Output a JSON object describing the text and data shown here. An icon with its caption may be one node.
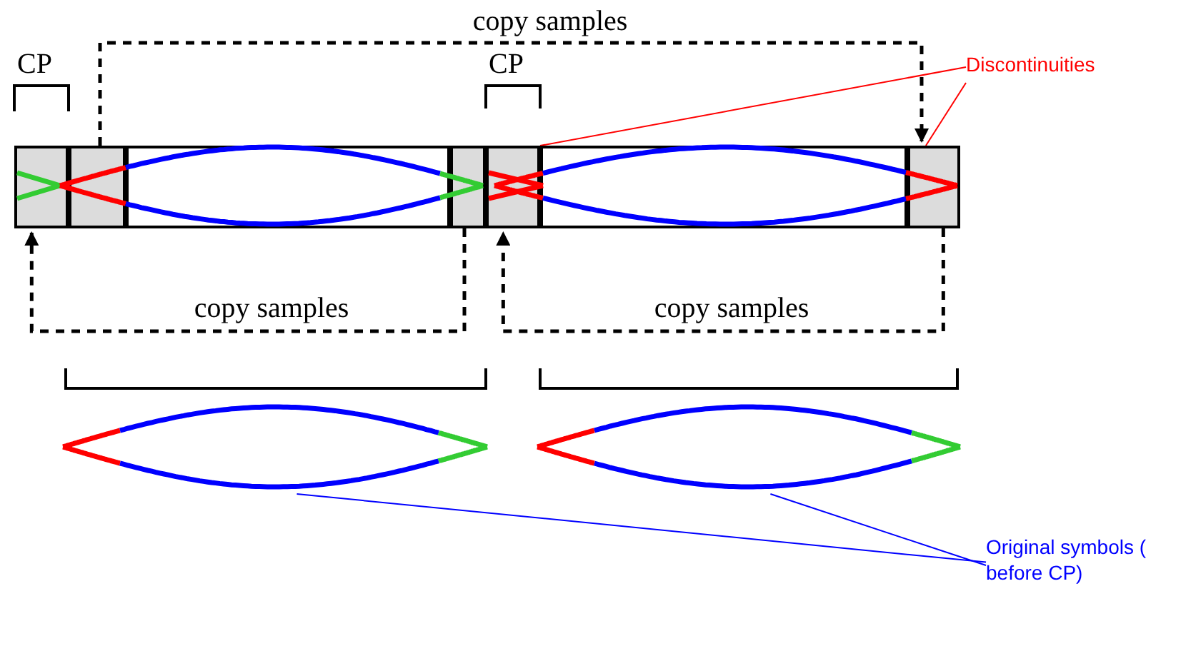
{
  "diagram": {
    "nodes": [
      {
        "text": [],
        "shape": "box"
      },
      {
        "text": [],
        "shape": "box"
      },
      {
        "text": [],
        "shape": "box"
      },
      {
        "text": [],
        "shape": "box"
      },
      {
        "text": [],
        "shape": "box"
      },
      {
        "text": [],
        "shape": "box"
      },
      {
        "text": [],
        "shape": "box"
      },
      {
        "text": [],
        "shape": "picture"
      },
      {
        "text": [],
        "shape": "picture"
      },
      {
        "text": [
          "Discontinuities"
        ]
      },
      {
        "text": [
          "Original symbols ( before CP)"
        ]
      }
    ],
    "edges": [
      {
        "from": 1,
        "to": 6,
        "arrow": "to",
        "style": "dashed",
        "label": "copy samples"
      },
      {
        "from": 3,
        "to": 0,
        "arrow": "to",
        "style": "dashed",
        "label": "copy samples"
      },
      {
        "from": 6,
        "to": 4,
        "arrow": "to",
        "style": "dashed",
        "label": "copy samples"
      },
      {
        "from": 9,
        "to": 4,
        "arrow": "none",
        "color": "#ff0000"
      },
      {
        "from": 9,
        "to": 6,
        "arrow": "none",
        "color": "#ff0000"
      },
      {
        "from": 10,
        "to": 7,
        "arrow": "none",
        "color": "#0000ff"
      },
      {
        "from": 10,
        "to": 8,
        "arrow": "none",
        "color": "#0000ff"
      }
    ],
    "labels": [
      "CP",
      "CP"
    ]
  }
}
